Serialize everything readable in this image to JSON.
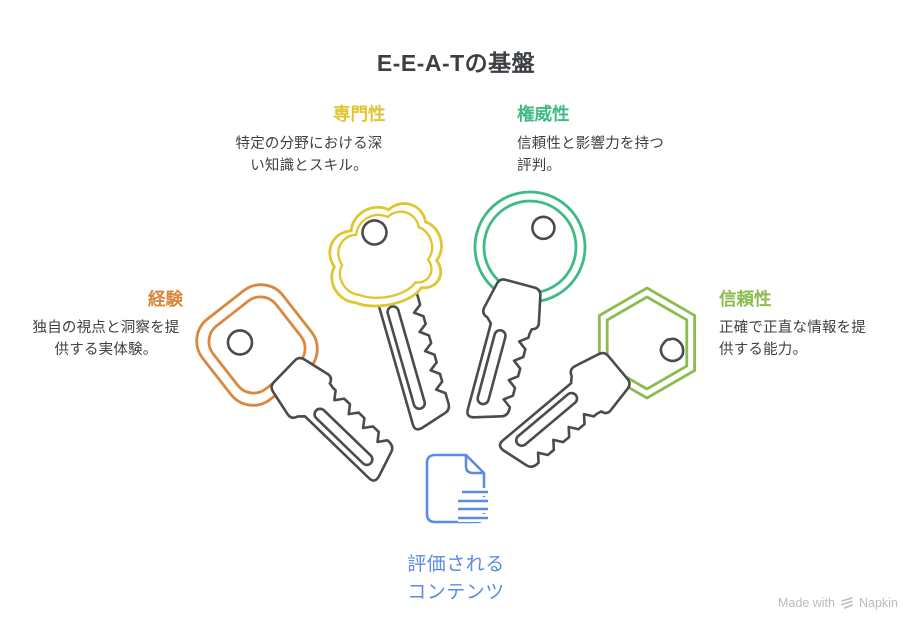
{
  "title": "E-E-A-Tの基盤",
  "sections": [
    {
      "id": "experience",
      "label": "経験",
      "description": "独自の視点と洞察を提供する実体験。",
      "color": "#d9883d",
      "key_head_shape": "rounded-square"
    },
    {
      "id": "expertise",
      "label": "専門性",
      "description": "特定の分野における深い知識とスキル。",
      "color": "#dfc62f",
      "key_head_shape": "cloud"
    },
    {
      "id": "authoritativeness",
      "label": "権威性",
      "description": "信頼性と影響力を持つ評判。",
      "color": "#3dbb85",
      "key_head_shape": "circle"
    },
    {
      "id": "trustworthiness",
      "label": "信頼性",
      "description": "正確で正直な情報を提供する能力。",
      "color": "#8cbc4f",
      "key_head_shape": "hexagon"
    }
  ],
  "center": {
    "icon": "document-icon",
    "label_line1": "評価される",
    "label_line2": "コンテンツ",
    "color": "#5b8ce4"
  },
  "footer": {
    "made_with": "Made with",
    "brand": "Napkin"
  },
  "colors": {
    "background": "#ffffff",
    "key_outline_gray": "#4a4b4d",
    "title_text": "#3c4044",
    "body_text": "#3e4042",
    "footer_text": "#b9bcc0"
  }
}
